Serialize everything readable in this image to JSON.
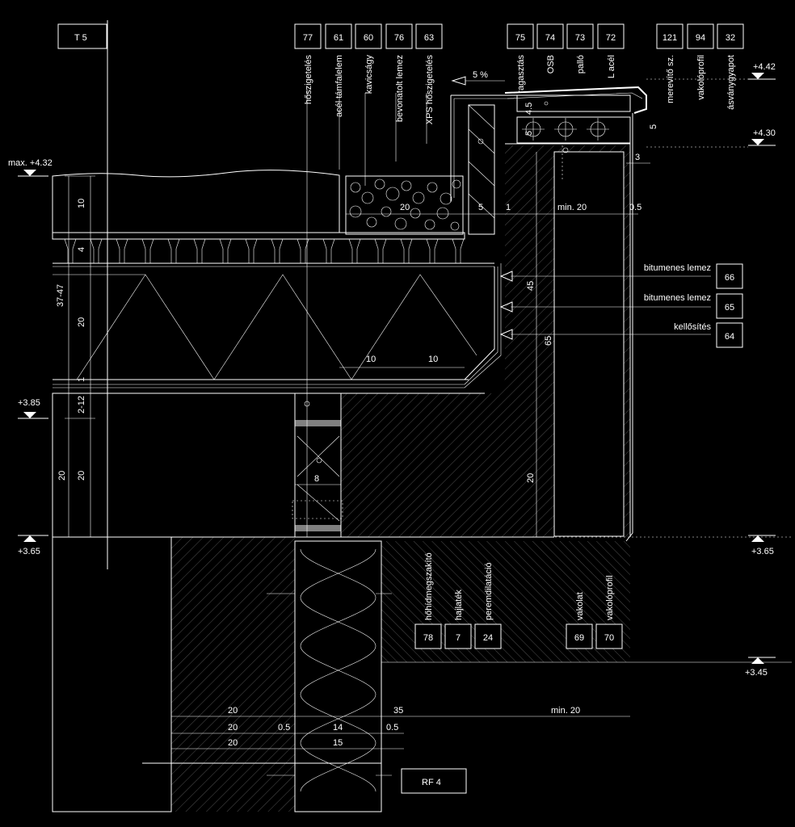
{
  "sheet": {
    "detail_id": "T 5",
    "section_id": "RF 4"
  },
  "tags_top": [
    {
      "num": "77",
      "label": "hőszigetelés"
    },
    {
      "num": "61",
      "label": "acél támfalelem"
    },
    {
      "num": "60",
      "label": "kavicságy"
    },
    {
      "num": "76",
      "label": "bevonatolt lemez"
    },
    {
      "num": "63",
      "label": "XPS hőszigetelés"
    },
    {
      "num": "75",
      "label": "ragasztás"
    },
    {
      "num": "74",
      "label": "OSB"
    },
    {
      "num": "73",
      "label": "palló"
    },
    {
      "num": "72",
      "label": "L acél"
    },
    {
      "num": "121",
      "label": "merevítő sz."
    },
    {
      "num": "94",
      "label": "vakolóprofil"
    },
    {
      "num": "32",
      "label": "ásványgyapot"
    }
  ],
  "tags_right": [
    {
      "num": "66",
      "label": "bitumenes lemez"
    },
    {
      "num": "65",
      "label": "bitumenes lemez"
    },
    {
      "num": "64",
      "label": "kellősítés"
    }
  ],
  "tags_bottom": [
    {
      "num": "78",
      "label": "hőhídmegszakító"
    },
    {
      "num": "7",
      "label": "hajlaték"
    },
    {
      "num": "24",
      "label": "peremdilatáció"
    },
    {
      "num": "69",
      "label": "vakolat"
    },
    {
      "num": "70",
      "label": "vakolóprofil"
    }
  ],
  "levels": {
    "l442": "+4.42",
    "l430": "+4.30",
    "l432": "max. +4.32",
    "l385": "+3.85",
    "l365_left": "+3.65",
    "l365_right": "+3.65",
    "l345": "+3.45"
  },
  "slope": "5 %",
  "dims": {
    "d10": "10",
    "d4": "4",
    "d3747": "37-47",
    "d20a": "20",
    "d1": "1",
    "d212": "2-12",
    "d20b": "20",
    "d20c": "20",
    "h20": "20",
    "h5": "5",
    "h1": "1",
    "hmin20": "min. 20",
    "h05": "0.5",
    "v45": "45",
    "v65": "65",
    "v20": "20",
    "c10a": "10",
    "c10b": "10",
    "c8": "8",
    "p45": "4.5",
    "p5": "5",
    "p5b": "5",
    "p3": "3",
    "b20a": "20",
    "b35": "35",
    "bmin20": "min. 20",
    "b20b": "20",
    "b05a": "0.5",
    "b14": "14",
    "b05b": "0.5",
    "b20c": "20",
    "b15": "15"
  }
}
